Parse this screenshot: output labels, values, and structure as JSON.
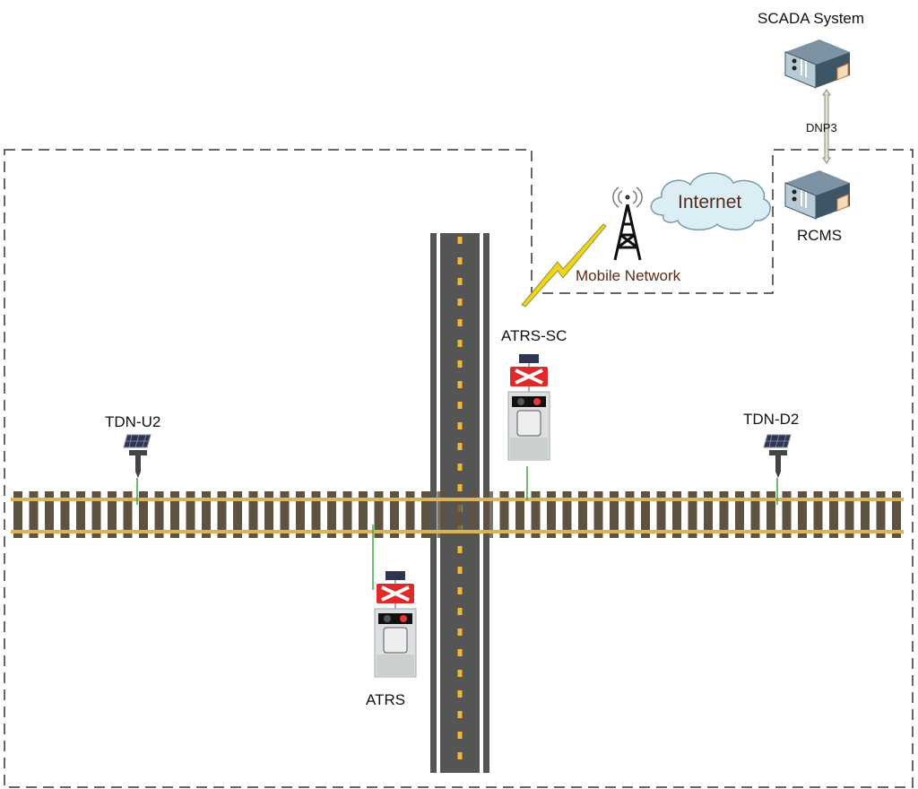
{
  "labels": {
    "scada": "SCADA System",
    "dnp3": "DNP3",
    "internet": "Internet",
    "rcms": "RCMS",
    "mobile_network": "Mobile Network",
    "atrs_sc": "ATRS-SC",
    "atrs": "ATRS",
    "tdn_u2": "TDN-U2",
    "tdn_d2": "TDN-D2"
  },
  "colors": {
    "rail": "#d9b45a",
    "sleeper": "#5e5240",
    "road": "#555555",
    "road_dash": "#f5b731",
    "cloud": "#dbeef5",
    "lightning": "#f2d21b",
    "link": "#3aa83a",
    "network_text": "#5a2a1a"
  }
}
